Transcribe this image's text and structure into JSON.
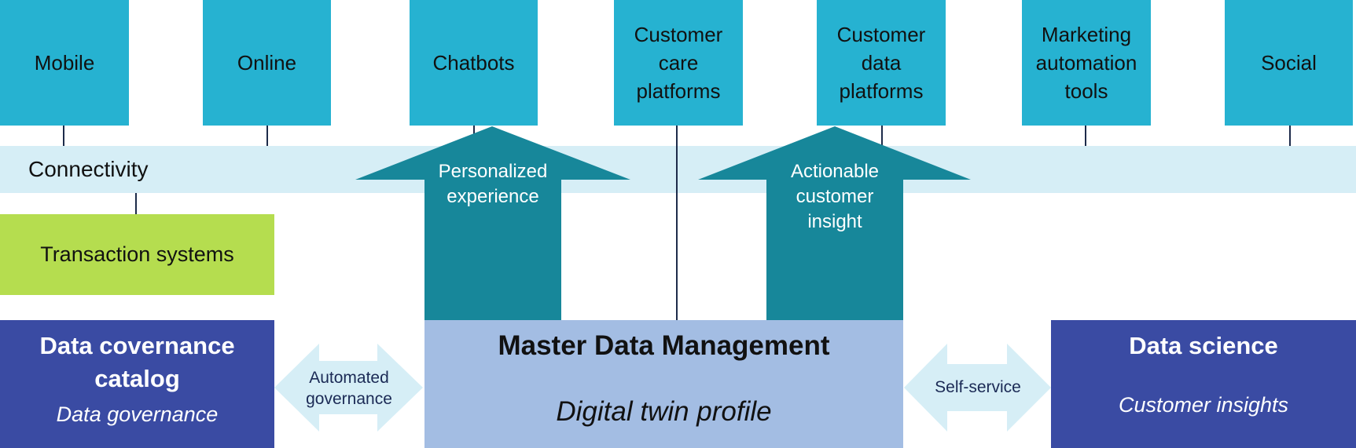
{
  "channels": [
    {
      "lines": [
        "Mobile"
      ]
    },
    {
      "lines": [
        "Online"
      ]
    },
    {
      "lines": [
        "Chatbots"
      ]
    },
    {
      "lines": [
        "Customer",
        "care",
        "platforms"
      ]
    },
    {
      "lines": [
        "Customer",
        "data",
        "platforms"
      ]
    },
    {
      "lines": [
        "Marketing",
        "automation",
        "tools"
      ]
    },
    {
      "lines": [
        "Social"
      ]
    }
  ],
  "connectivity": {
    "label": "Connectivity"
  },
  "transaction": {
    "label": "Transaction systems"
  },
  "arrows": {
    "personalized": {
      "lines": [
        "Personalized",
        "experience"
      ]
    },
    "actionable": {
      "lines": [
        "Actionable",
        "customer",
        "insight"
      ]
    }
  },
  "catalog": {
    "title_lines": [
      "Data covernance",
      "catalog"
    ],
    "subtitle": "Data governance"
  },
  "mdm": {
    "title": "Master Data Management",
    "subtitle": "Digital twin profile"
  },
  "science": {
    "title": "Data science",
    "subtitle": "Customer insights"
  },
  "links": {
    "automated": {
      "lines": [
        "Automated",
        "governance"
      ]
    },
    "selfservice": {
      "lines": [
        "Self-service"
      ]
    }
  },
  "colors": {
    "channel": "#26b2d1",
    "connectivity_bar": "#d6eef6",
    "transaction": "#b5dd4f",
    "arrow": "#17879a",
    "navy": "#3a4ba3",
    "mdm": "#a3bde3",
    "double_arrow": "#d6eef6"
  }
}
